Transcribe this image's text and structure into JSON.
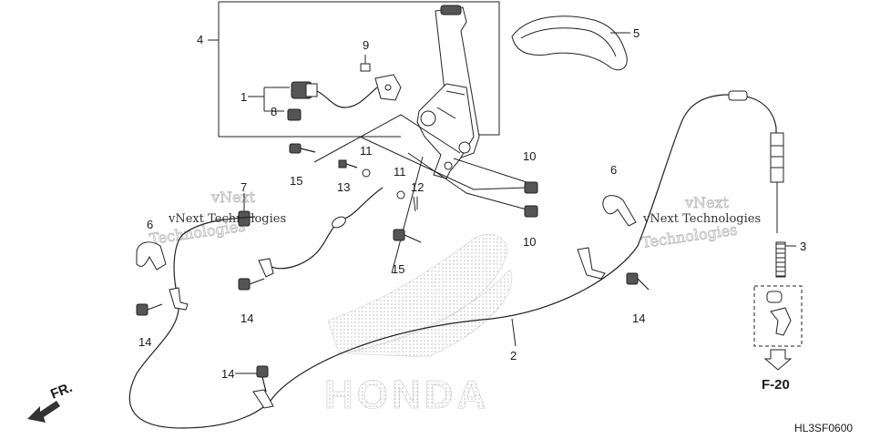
{
  "diagram": {
    "callouts": {
      "c1": "1",
      "c2": "2",
      "c3": "3",
      "c4": "4",
      "c5": "5",
      "c6a": "6",
      "c6b": "6",
      "c7": "7",
      "c8": "8",
      "c9": "9",
      "c10a": "10",
      "c10b": "10",
      "c11a": "11",
      "c11b": "11",
      "c12": "12",
      "c13": "13",
      "c14a": "14",
      "c14b": "14",
      "c14c": "14",
      "c14d": "14",
      "c15a": "15",
      "c15b": "15"
    },
    "direction_label": "FR.",
    "reference_label": "F-20",
    "diagram_code": "HL3SF0600",
    "watermarks": {
      "w1a": "vNext",
      "w1b": "vNext Technologies",
      "w1c": "Technologies",
      "w2a": "vNext",
      "w2b": "vNext Technologies",
      "w2c": "Technologies"
    },
    "brand": "HONDA"
  }
}
